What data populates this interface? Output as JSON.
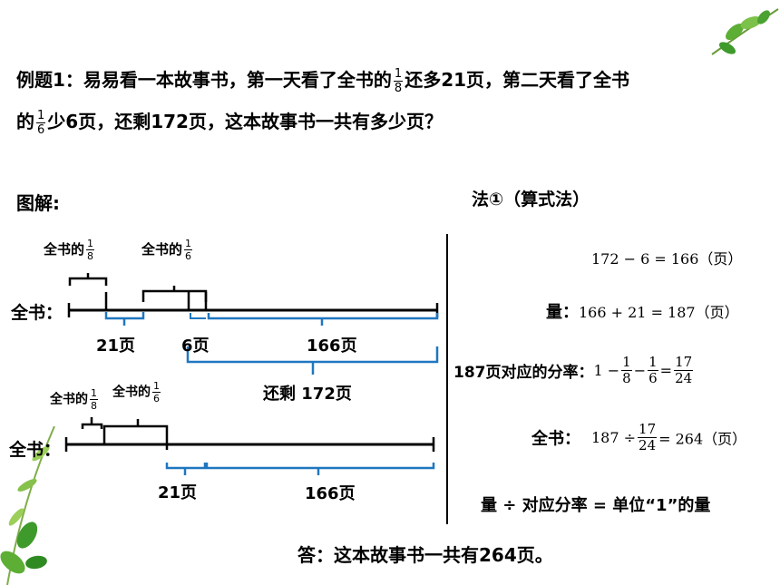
{
  "problem": {
    "line1_a": "例题1：易易看一本故事书，第一天看了全书的",
    "frac1": {
      "num": "1",
      "den": "8"
    },
    "line1_b": "还多21页，第二天看了全书",
    "line2_a": "的",
    "frac2": {
      "num": "1",
      "den": "6"
    },
    "line2_b": "少6页，还剩172页，这本故事书一共有多少页？"
  },
  "diagram_label": "图解:",
  "method_title": "法①（算式法）",
  "diagram1": {
    "left_label": "全书：",
    "brace1_text": "全书的",
    "brace1_frac": {
      "num": "1",
      "den": "8"
    },
    "brace2_text": "全书的",
    "brace2_frac": {
      "num": "1",
      "den": "6"
    },
    "label_21": "21页",
    "label_6": "6页",
    "label_166": "166页",
    "label_remaining": "还剩 172页"
  },
  "diagram2": {
    "left_label": "全书：",
    "brace1_text": "全书的",
    "brace1_frac": {
      "num": "1",
      "den": "8"
    },
    "brace2_text": "全书的",
    "brace2_frac": {
      "num": "1",
      "den": "6"
    },
    "label_21": "21页",
    "label_166": "166页"
  },
  "calc": {
    "eq1": "172 − 6 = 166（页）",
    "eq2_label": "量：",
    "eq2": "166 + 21 = 187（页）",
    "eq3_label": "187页对应的分率：",
    "eq3_a": "1 −",
    "eq3_f1": {
      "num": "1",
      "den": "8"
    },
    "eq3_b": "−",
    "eq3_f2": {
      "num": "1",
      "den": "6"
    },
    "eq3_c": "=",
    "eq3_f3": {
      "num": "17",
      "den": "24"
    },
    "eq4_label": "全书：",
    "eq4_a": "187 ÷",
    "eq4_f": {
      "num": "17",
      "den": "24"
    },
    "eq4_b": "= 264（页）",
    "rule": "量 ÷ 对应分率 = 单位“1”的量"
  },
  "answer": "答：这本故事书一共有264页。",
  "colors": {
    "accent_blue": "#1f77c0",
    "leaf_green": "#5cae35"
  }
}
